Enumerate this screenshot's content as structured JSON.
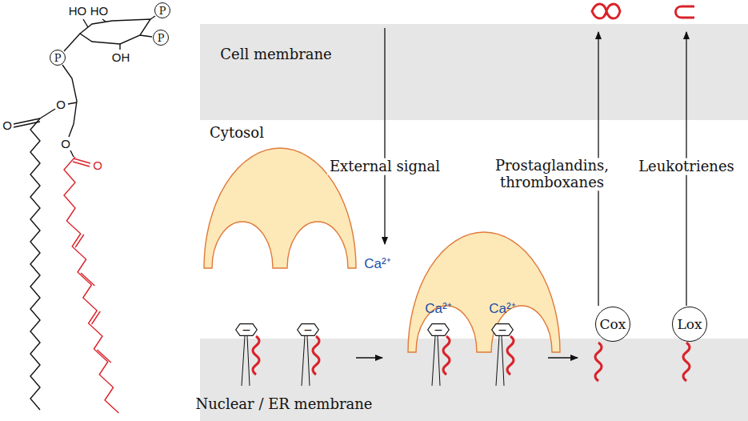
{
  "diagram": {
    "nodes": [
      {
        "text": [
          "P"
        ]
      },
      {
        "text": [
          "P"
        ]
      },
      {
        "text": [
          "P"
        ]
      },
      {
        "text": [
          "−"
        ]
      },
      {
        "text": [
          "−"
        ]
      },
      {
        "text": [
          "−"
        ]
      },
      {
        "text": [
          "−"
        ]
      },
      {
        "text": [
          "Cox"
        ]
      },
      {
        "text": [
          "Lox"
        ]
      }
    ],
    "labels": [
      "HO",
      "HO",
      "OH",
      "O",
      "O",
      "O",
      "O",
      "Cell membrane",
      "Cytosol",
      "External signal",
      "Prostaglandins, thromboxanes",
      "Leukotrienes",
      "Ca²⁺",
      "Ca²⁺",
      "Ca²⁺",
      "Nuclear / ER membrane"
    ]
  }
}
